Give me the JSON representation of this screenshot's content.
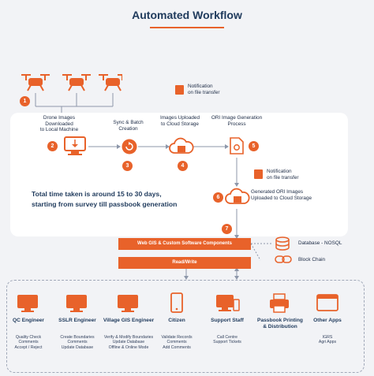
{
  "title": "Automated Workflow",
  "notification_top": "Notification\non file transfer",
  "notification_mid": "Notification\non file transfer",
  "steps": {
    "s1": "1",
    "s2": "2",
    "s3": "3",
    "s4": "4",
    "s5": "5",
    "s6": "6",
    "s7": "7"
  },
  "labels": {
    "drone_download": "Drone Images\nDownloaded\nto Local Machine",
    "sync_batch": "Sync & Batch\nCreation",
    "images_uploaded": "Images Uploaded\nto Cloud Storage",
    "ori_generation": "ORI Image Generation\nProcess",
    "ori_uploaded": "Generated ORI Images\nUploaded to Cloud Storage"
  },
  "total_time": "Total time taken is around 15 to 30 days,\nstarting from survey till passbook generation",
  "bars": {
    "web_gis": "Web GIS & Custom Software Components",
    "read_write": "Read/Write"
  },
  "side": {
    "database": "Database - NOSQL",
    "blockchain": "Block Chain"
  },
  "roles": [
    {
      "name": "QC Engineer",
      "sub": "Quality Check\nComments\nAccept / Reject"
    },
    {
      "name": "SSLR Engineer",
      "sub": "Create Boundaries\nComments\nUpdate Database"
    },
    {
      "name": "Village GIS Engineer",
      "sub": "Verify & Modify Boundaries\nUpdate Database\nOffline & Online Mode"
    },
    {
      "name": "Citizen",
      "sub": "Validate Records\nComments\nAdd Comments"
    },
    {
      "name": "Support Staff",
      "sub": "Call Centre\nSupport Tickets"
    },
    {
      "name": "Passbook Printing\n& Distribution",
      "sub": ""
    },
    {
      "name": "Other Apps",
      "sub": "IGRS\nAgri Apps"
    }
  ],
  "colors": {
    "accent": "#e8622a",
    "navy": "#1f3a5c"
  }
}
